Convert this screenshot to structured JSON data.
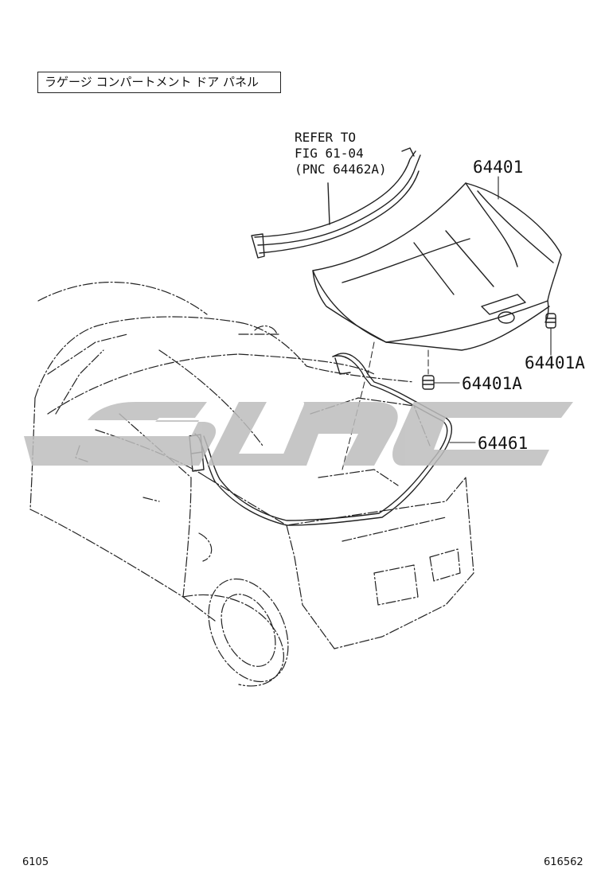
{
  "title": "ラゲージ コンパートメント ドア パネル",
  "refer": {
    "line1": "REFER TO",
    "line2": "FIG 61-04",
    "line3": "(PNC 64462A)"
  },
  "callouts": {
    "door_panel": "64401",
    "bumper_right": "64401A",
    "bumper_center": "64401A",
    "weatherstrip": "64461"
  },
  "footer": {
    "left": "6105",
    "right": "616562"
  },
  "watermark_color": "#bdbdbd"
}
